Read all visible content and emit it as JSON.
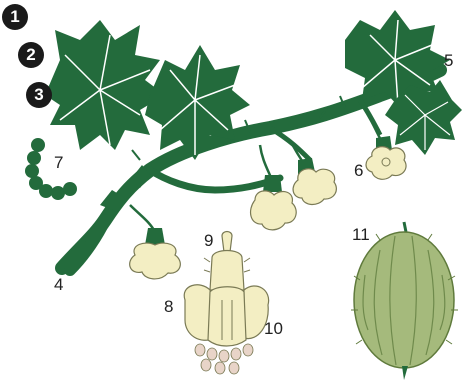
{
  "badges": [
    "1",
    "2",
    "3"
  ],
  "labels": {
    "l4": "4",
    "l5": "5",
    "l6": "6",
    "l7": "7",
    "l8": "8",
    "l9": "9",
    "l10": "10",
    "l11": "11"
  },
  "colors": {
    "leaf": "#236b3c",
    "leaf_vein": "#ffffff",
    "flower": "#f3eec3",
    "flower_outline": "#7a7a55",
    "anther": "#e8d4c8",
    "berry": "#a5ba7c",
    "berry_stripe": "#6f8a4c",
    "badge": "#1a1a1a"
  }
}
